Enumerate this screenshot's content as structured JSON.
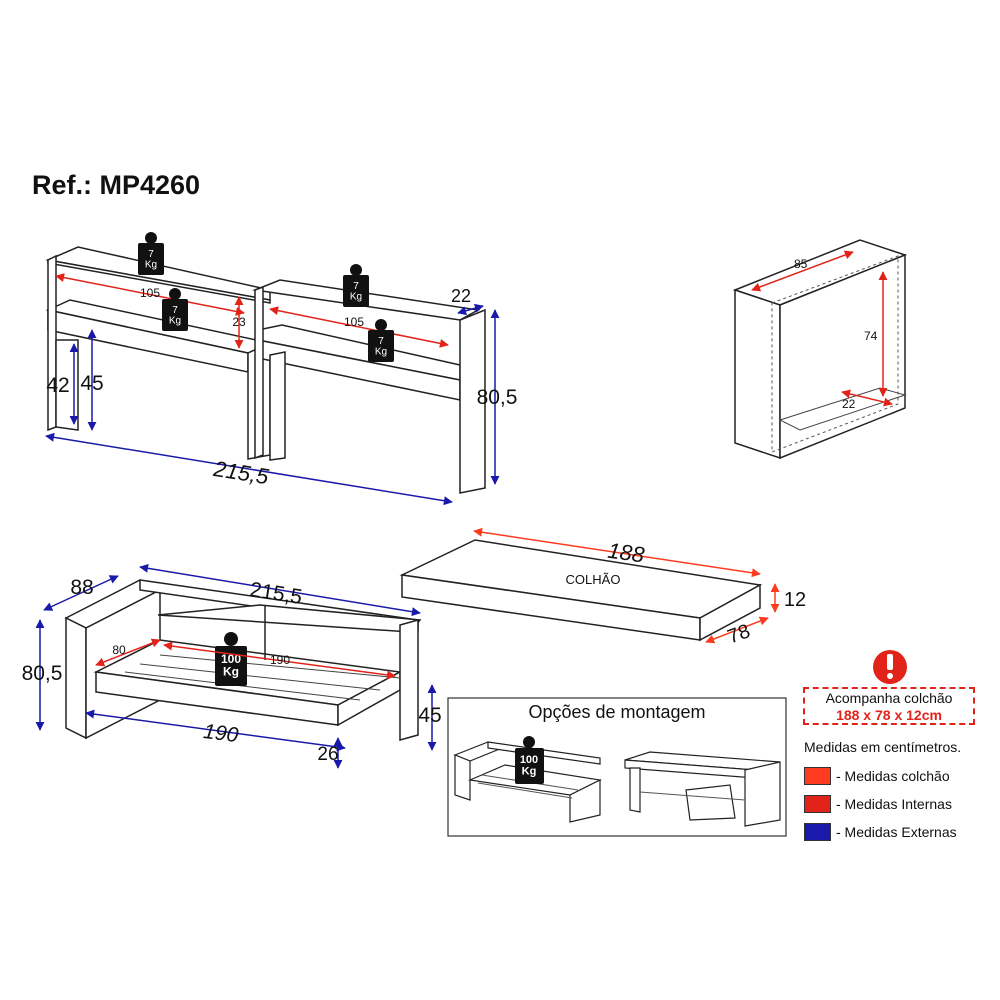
{
  "title": "Ref.: MP4260",
  "colors": {
    "mattress": "#ff3b1f",
    "internal": "#e2231a",
    "external": "#1a1aaa"
  },
  "headboard": {
    "weights": [
      "7\nKg",
      "7\nKg",
      "7\nKg",
      "7\nKg"
    ],
    "shelf_width": "105",
    "shelf_width_2": "105",
    "shelf_height": "23",
    "depth": "22",
    "leg_height_a": "42",
    "leg_height_b": "45",
    "total_height": "80,5",
    "total_width": "215,5"
  },
  "side_unit": {
    "width": "85",
    "height": "74",
    "depth": "22"
  },
  "mattress": {
    "length": "188",
    "width": "78",
    "thickness": "12",
    "label": "COLHÃO"
  },
  "bed": {
    "depth": "88",
    "width": "215,5",
    "height": "80,5",
    "inner_width": "80",
    "inner_length": "190",
    "weight": "100\nKg",
    "length": "190",
    "gap": "26",
    "leg_height": "45"
  },
  "assembly": {
    "title": "Opções de montagem",
    "weight": "100\nKg"
  },
  "notice": {
    "line1": "Acompanha colchão",
    "line2": "188 x 78 x 12cm"
  },
  "units_note": "Medidas em centímetros.",
  "legend": [
    {
      "label": "- Medidas colchão",
      "color": "#ff3b1f"
    },
    {
      "label": "- Medidas Internas",
      "color": "#e2231a"
    },
    {
      "label": "- Medidas Externas",
      "color": "#1a1aaa"
    }
  ]
}
